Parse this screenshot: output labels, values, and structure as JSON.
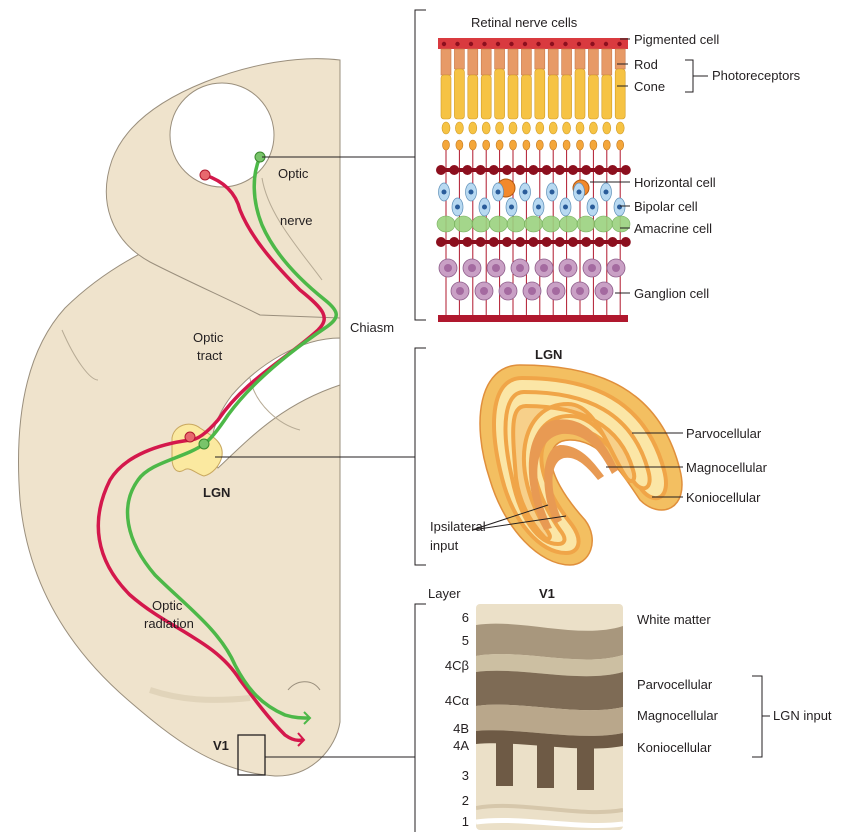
{
  "brain": {
    "optic_nerve": [
      "Optic",
      "nerve"
    ],
    "chiasm": "Chiasm",
    "optic_tract": [
      "Optic",
      "tract"
    ],
    "lgn": "LGN",
    "optic_radiation": [
      "Optic",
      "radiation"
    ],
    "v1": "V1"
  },
  "retina": {
    "title": "Retinal nerve cells",
    "labels": {
      "pigmented": "Pigmented cell",
      "rod": "Rod",
      "cone": "Cone",
      "photoreceptors": "Photoreceptors",
      "horizontal": "Horizontal cell",
      "bipolar": "Bipolar cell",
      "amacrine": "Amacrine cell",
      "ganglion": "Ganglion cell"
    }
  },
  "lgn_panel": {
    "title": "LGN",
    "parvo": "Parvocellular",
    "magno": "Magnocellular",
    "konio": "Koniocellular",
    "ipsilateral": [
      "Ipsilateral",
      "input"
    ]
  },
  "v1_panel": {
    "layer_header": "Layer",
    "title": "V1",
    "layers": [
      "6",
      "5",
      "4Cβ",
      "4Cα",
      "4B",
      "4A",
      "3",
      "2",
      "1"
    ],
    "white_matter": "White matter",
    "parvo": "Parvocellular",
    "magno": "Magnocellular",
    "konio": "Koniocellular",
    "lgn_input": "LGN input"
  },
  "colors": {
    "tissue": "#efe3cc",
    "tissue_edge": "#9a8f7d",
    "contra_pathway": "#d4184c",
    "ipsi_pathway": "#4db848",
    "lgn_fill": "#fbe9a0",
    "rod_cone": "#f6c344",
    "rod_tip": "#e79a67",
    "pigment": "#d93a3f",
    "bipolar": "#b8d9f1",
    "amacrine": "#9bd27f",
    "ganglion": "#c9a0c5",
    "dark_red": "#8c0f1e",
    "lgn_outer": "#f3bf61",
    "lgn_dark": "#e89a53"
  }
}
